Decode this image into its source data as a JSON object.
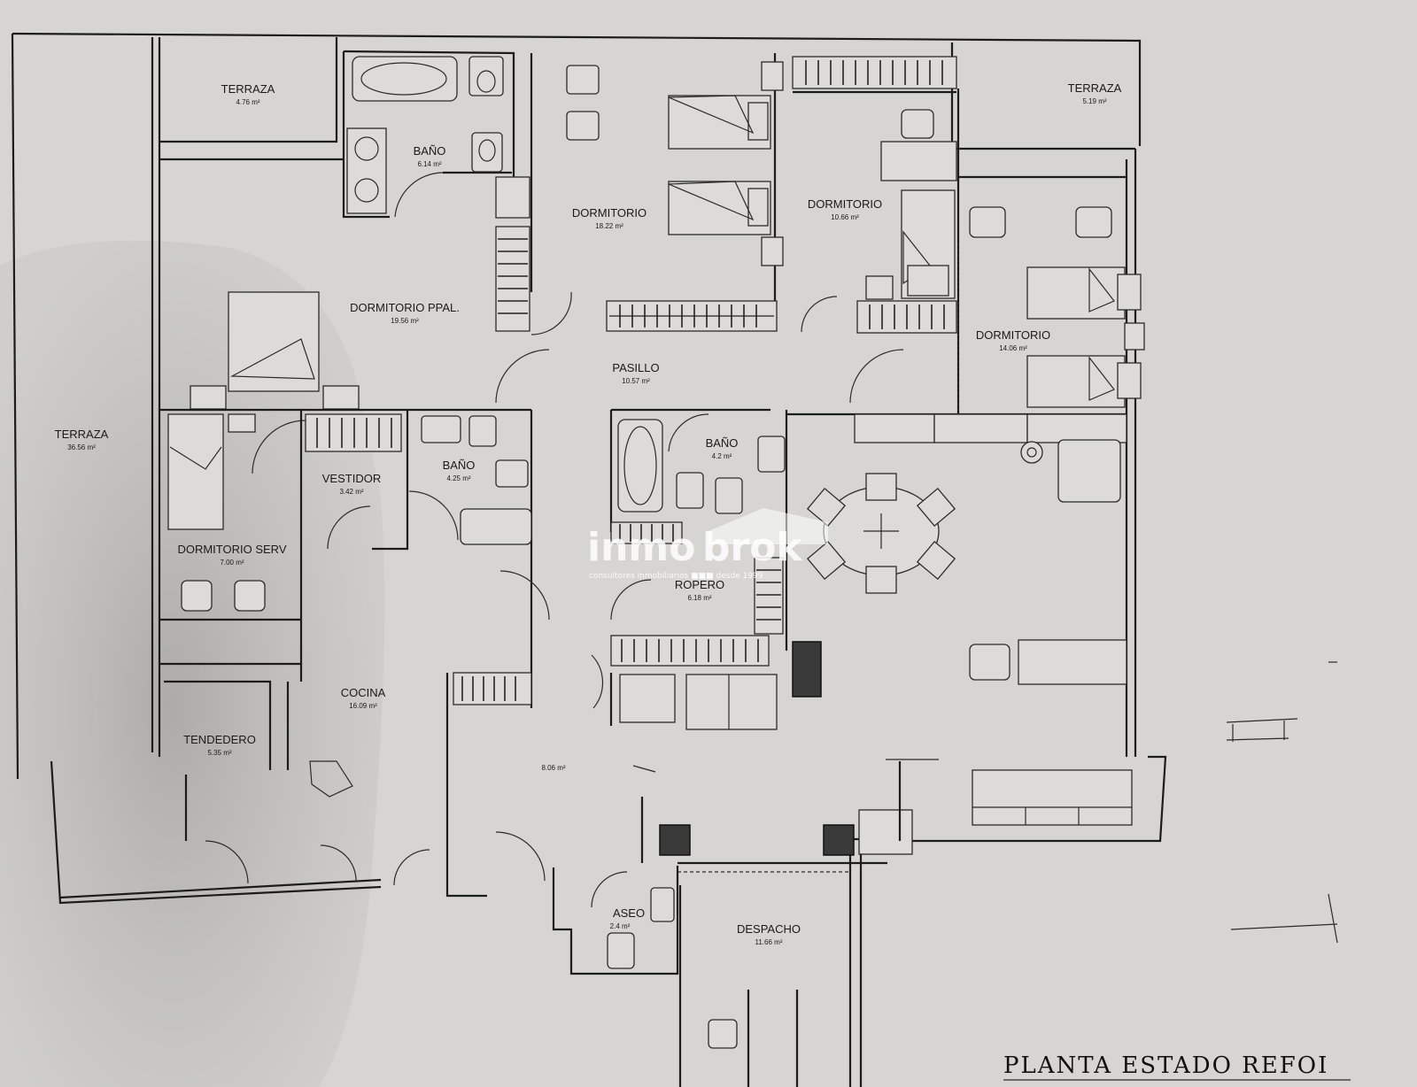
{
  "colors": {
    "paper": "#d6d5d1",
    "ink": "#1c1c1c",
    "shadow": "#a7a6a2",
    "watermark": "#ffffff"
  },
  "rooms": {
    "terraza_nw": {
      "name": "TERRAZA",
      "area": "4.76 m²"
    },
    "terraza_ne": {
      "name": "TERRAZA",
      "area": "5.19 m²"
    },
    "terraza_w": {
      "name": "TERRAZA",
      "area": "36.56 m²"
    },
    "bano_1": {
      "name": "BAÑO",
      "area": "6.14 m²"
    },
    "dormitorio_1": {
      "name": "DORMITORIO",
      "area": "18.22 m²"
    },
    "dormitorio_2": {
      "name": "DORMITORIO",
      "area": "10.66 m²"
    },
    "dormitorio_3": {
      "name": "DORMITORIO",
      "area": "14.06 m²"
    },
    "dormitorio_ppal": {
      "name": "DORMITORIO PPAL.",
      "area": "19.56 m²"
    },
    "pasillo": {
      "name": "PASILLO",
      "area": "10.57 m²"
    },
    "bano_2": {
      "name": "BAÑO",
      "area": "4.2 m²"
    },
    "vestidor": {
      "name": "VESTIDOR",
      "area": "3.42 m²"
    },
    "bano_3": {
      "name": "BAÑO",
      "area": "4.25 m²"
    },
    "dormitorio_serv": {
      "name": "DORMITORIO SERV",
      "area": "7.00 m²"
    },
    "ropero": {
      "name": "ROPERO",
      "area": "6.18 m²"
    },
    "cocina": {
      "name": "COCINA",
      "area": "16.09 m²"
    },
    "tendedero": {
      "name": "TENDEDERO",
      "area": "5.35 m²"
    },
    "hall": {
      "name": "",
      "area": "8.06 m²"
    },
    "aseo": {
      "name": "ASEO",
      "area": "2.4 m²"
    },
    "despacho": {
      "name": "DESPACHO",
      "area": "11.66 m²"
    }
  },
  "watermark": {
    "brand_light": "inmo",
    "brand_bold": "brok",
    "tagline": "consultores inmobiliarios ■■■ desde 1999"
  },
  "sheet_title": "PLANTA ESTADO REFOI"
}
